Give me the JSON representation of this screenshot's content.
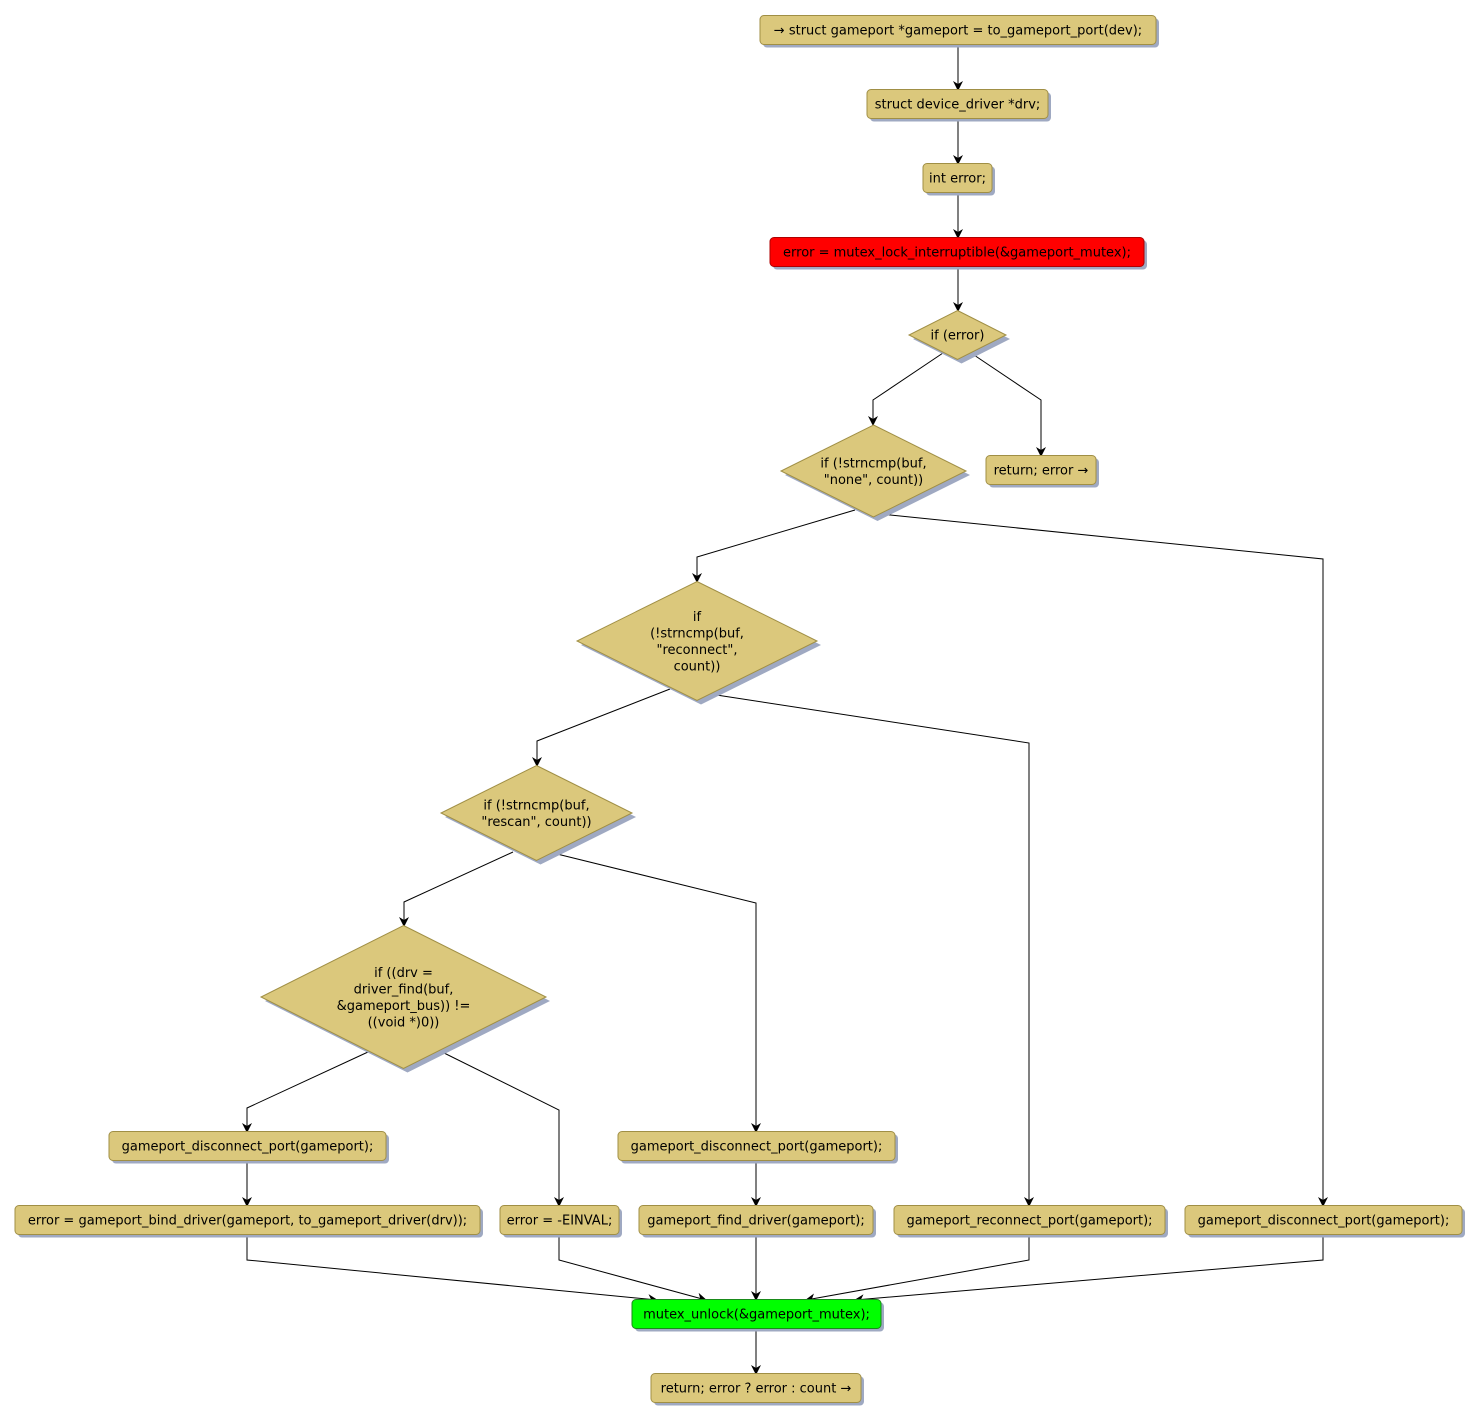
{
  "colors": {
    "node_fill": "#dbc87c",
    "node_stroke": "#a08f45",
    "shadow": "#9fa9c2",
    "highlight_red": "#ff0000",
    "highlight_green": "#00ff00",
    "edge": "#000000"
  },
  "nodes": {
    "start": {
      "lines": [
        "→ struct gameport *gameport = to_gameport_port(dev);"
      ]
    },
    "decl_drv": {
      "lines": [
        "struct device_driver *drv;"
      ]
    },
    "decl_error": {
      "lines": [
        "int error;"
      ]
    },
    "mutex_lock": {
      "lines": [
        "error = mutex_lock_interruptible(&gameport_mutex);"
      ],
      "highlight": "red"
    },
    "if_error": {
      "lines": [
        "if (error)"
      ]
    },
    "return_error": {
      "lines": [
        "return; error →"
      ]
    },
    "if_none": {
      "lines": [
        "if (!strncmp(buf,",
        "\"none\", count))"
      ]
    },
    "if_reconnect": {
      "lines": [
        "if",
        "(!strncmp(buf,",
        "\"reconnect\",",
        "count))"
      ]
    },
    "if_rescan": {
      "lines": [
        "if (!strncmp(buf,",
        "\"rescan\", count))"
      ]
    },
    "if_driver_find": {
      "lines": [
        "if ((drv =",
        "driver_find(buf,",
        "&gameport_bus)) !=",
        "((void *)0))"
      ]
    },
    "disconnect_1": {
      "lines": [
        "gameport_disconnect_port(gameport);"
      ]
    },
    "bind_driver": {
      "lines": [
        "error = gameport_bind_driver(gameport, to_gameport_driver(drv));"
      ]
    },
    "einval": {
      "lines": [
        "error = -EINVAL;"
      ]
    },
    "disconnect_2": {
      "lines": [
        "gameport_disconnect_port(gameport);"
      ]
    },
    "find_driver": {
      "lines": [
        "gameport_find_driver(gameport);"
      ]
    },
    "reconnect": {
      "lines": [
        "gameport_reconnect_port(gameport);"
      ]
    },
    "disconnect_3": {
      "lines": [
        "gameport_disconnect_port(gameport);"
      ]
    },
    "mutex_unlock": {
      "lines": [
        "mutex_unlock(&gameport_mutex);"
      ],
      "highlight": "green"
    },
    "return_count": {
      "lines": [
        "return; error ? error : count →"
      ]
    }
  }
}
